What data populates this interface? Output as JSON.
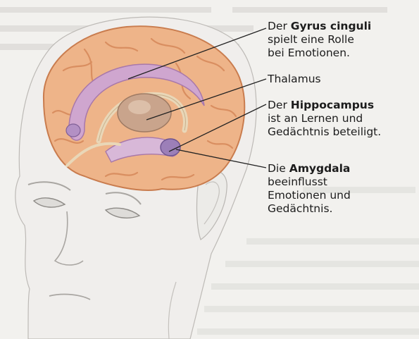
{
  "labels": {
    "gyrus": {
      "prefix": "Der ",
      "term": "Gyrus cinguli",
      "lines": [
        "spielt eine Rolle",
        "bei Emotionen."
      ]
    },
    "thalamus": {
      "prefix": "",
      "term": "",
      "lines": [
        "Thalamus"
      ]
    },
    "hippocampus": {
      "prefix": "Der ",
      "term": "Hippocampus",
      "lines": [
        "ist an Lernen und",
        "Gedächtnis beteiligt."
      ]
    },
    "amygdala": {
      "prefix": "Die ",
      "term": "Amygdala",
      "lines": [
        "beeinflusst",
        "Emotionen und",
        "Gedächtnis."
      ]
    }
  },
  "colors": {
    "brain_outer": "#eeb489",
    "brain_fold": "#d98e60",
    "limbic": "#cfa6cf",
    "thalamus": "#c9a48c",
    "amygdala": "#9c7fb8",
    "skin": "#f0eeec",
    "leader_line": "#222222"
  }
}
